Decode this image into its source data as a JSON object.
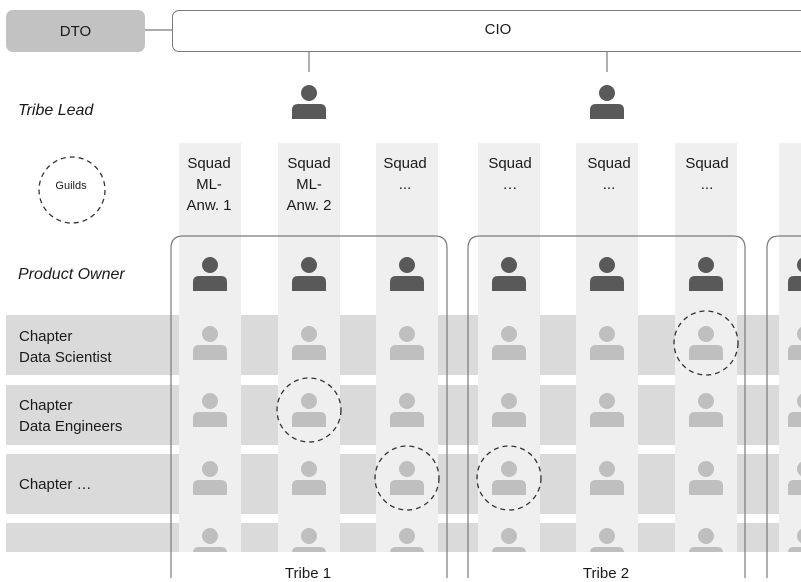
{
  "header": {
    "dto_label": "DTO",
    "cio_label": "CIO"
  },
  "rows": {
    "tribe_lead_label": "Tribe Lead",
    "product_owner_label": "Product Owner",
    "guilds_label": "Guilds",
    "chapters": [
      {
        "line1": "Chapter",
        "line2": "Data Scientist"
      },
      {
        "line1": "Chapter",
        "line2": "Data Engineers"
      },
      {
        "line1": "Chapter …",
        "line2": ""
      },
      {
        "line1": "",
        "line2": ""
      }
    ]
  },
  "squads": [
    {
      "lines": [
        "Squad",
        "ML-",
        "Anw. 1"
      ]
    },
    {
      "lines": [
        "Squad",
        "ML-",
        "Anw. 2"
      ]
    },
    {
      "lines": [
        "Squad",
        "...",
        ""
      ]
    },
    {
      "lines": [
        "Squad",
        "…",
        ""
      ]
    },
    {
      "lines": [
        "Squad",
        "...",
        ""
      ]
    },
    {
      "lines": [
        "Squad",
        "...",
        ""
      ]
    }
  ],
  "tribes": [
    {
      "label": "Tribe 1"
    },
    {
      "label": "Tribe 2"
    }
  ],
  "guild_members": [
    {
      "squad": 5,
      "chapter": 0
    },
    {
      "squad": 1,
      "chapter": 1
    },
    {
      "squad": 2,
      "chapter": 2
    },
    {
      "squad": 3,
      "chapter": 2
    }
  ],
  "colors": {
    "dto_fill": "#c2c2c2",
    "chapter_band": "#dadada",
    "squad_column": "#efefef",
    "person_dark": "#595959",
    "person_light": "#bfbfbf",
    "outline": "#7a7a7a",
    "text": "#1a1a1a"
  },
  "icons": {
    "tribe_lead": "person-icon",
    "product_owner": "person-icon",
    "member": "person-icon",
    "guild_marker": "dashed-circle-icon"
  }
}
